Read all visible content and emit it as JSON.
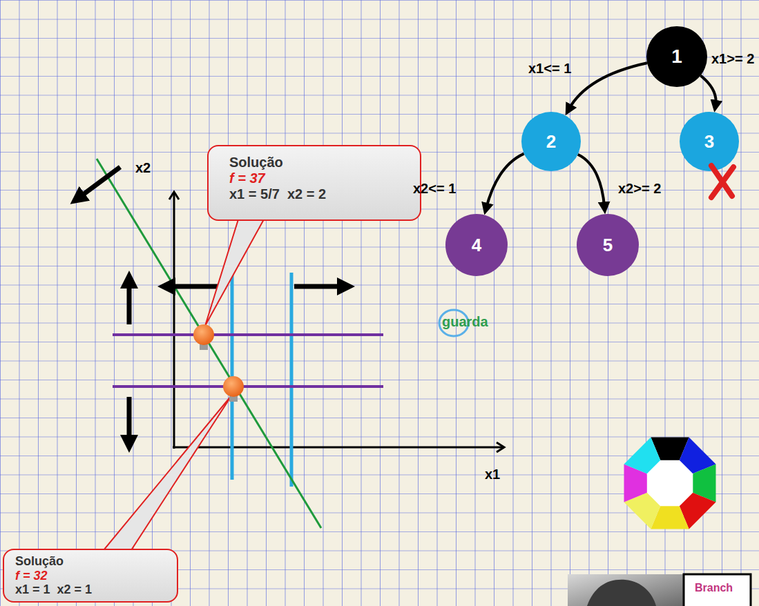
{
  "diagram": {
    "nodes": [
      {
        "text": [
          "1"
        ]
      },
      {
        "text": [
          "2"
        ]
      },
      {
        "text": [
          "3"
        ]
      },
      {
        "text": [
          "4"
        ]
      },
      {
        "text": [
          "5"
        ]
      },
      {
        "text": [
          "Solução",
          "f = 37",
          "x1 = 5/7  x2 = 2"
        ]
      },
      {
        "text": [
          "Solução",
          "f = 32",
          "x1 = 1  x2 = 1"
        ]
      }
    ],
    "edges": [
      {
        "from": 0,
        "to": 1,
        "arrow": "to",
        "label": "x1<= 1"
      },
      {
        "from": 0,
        "to": 2,
        "arrow": "to",
        "label": "x1>= 2"
      },
      {
        "from": 1,
        "to": 3,
        "arrow": "to",
        "label": "x2<= 1"
      },
      {
        "from": 1,
        "to": 4,
        "arrow": "to",
        "label": "x2>= 2"
      }
    ],
    "labels": [
      "x2",
      "x1",
      "guarda",
      "Branch"
    ]
  }
}
